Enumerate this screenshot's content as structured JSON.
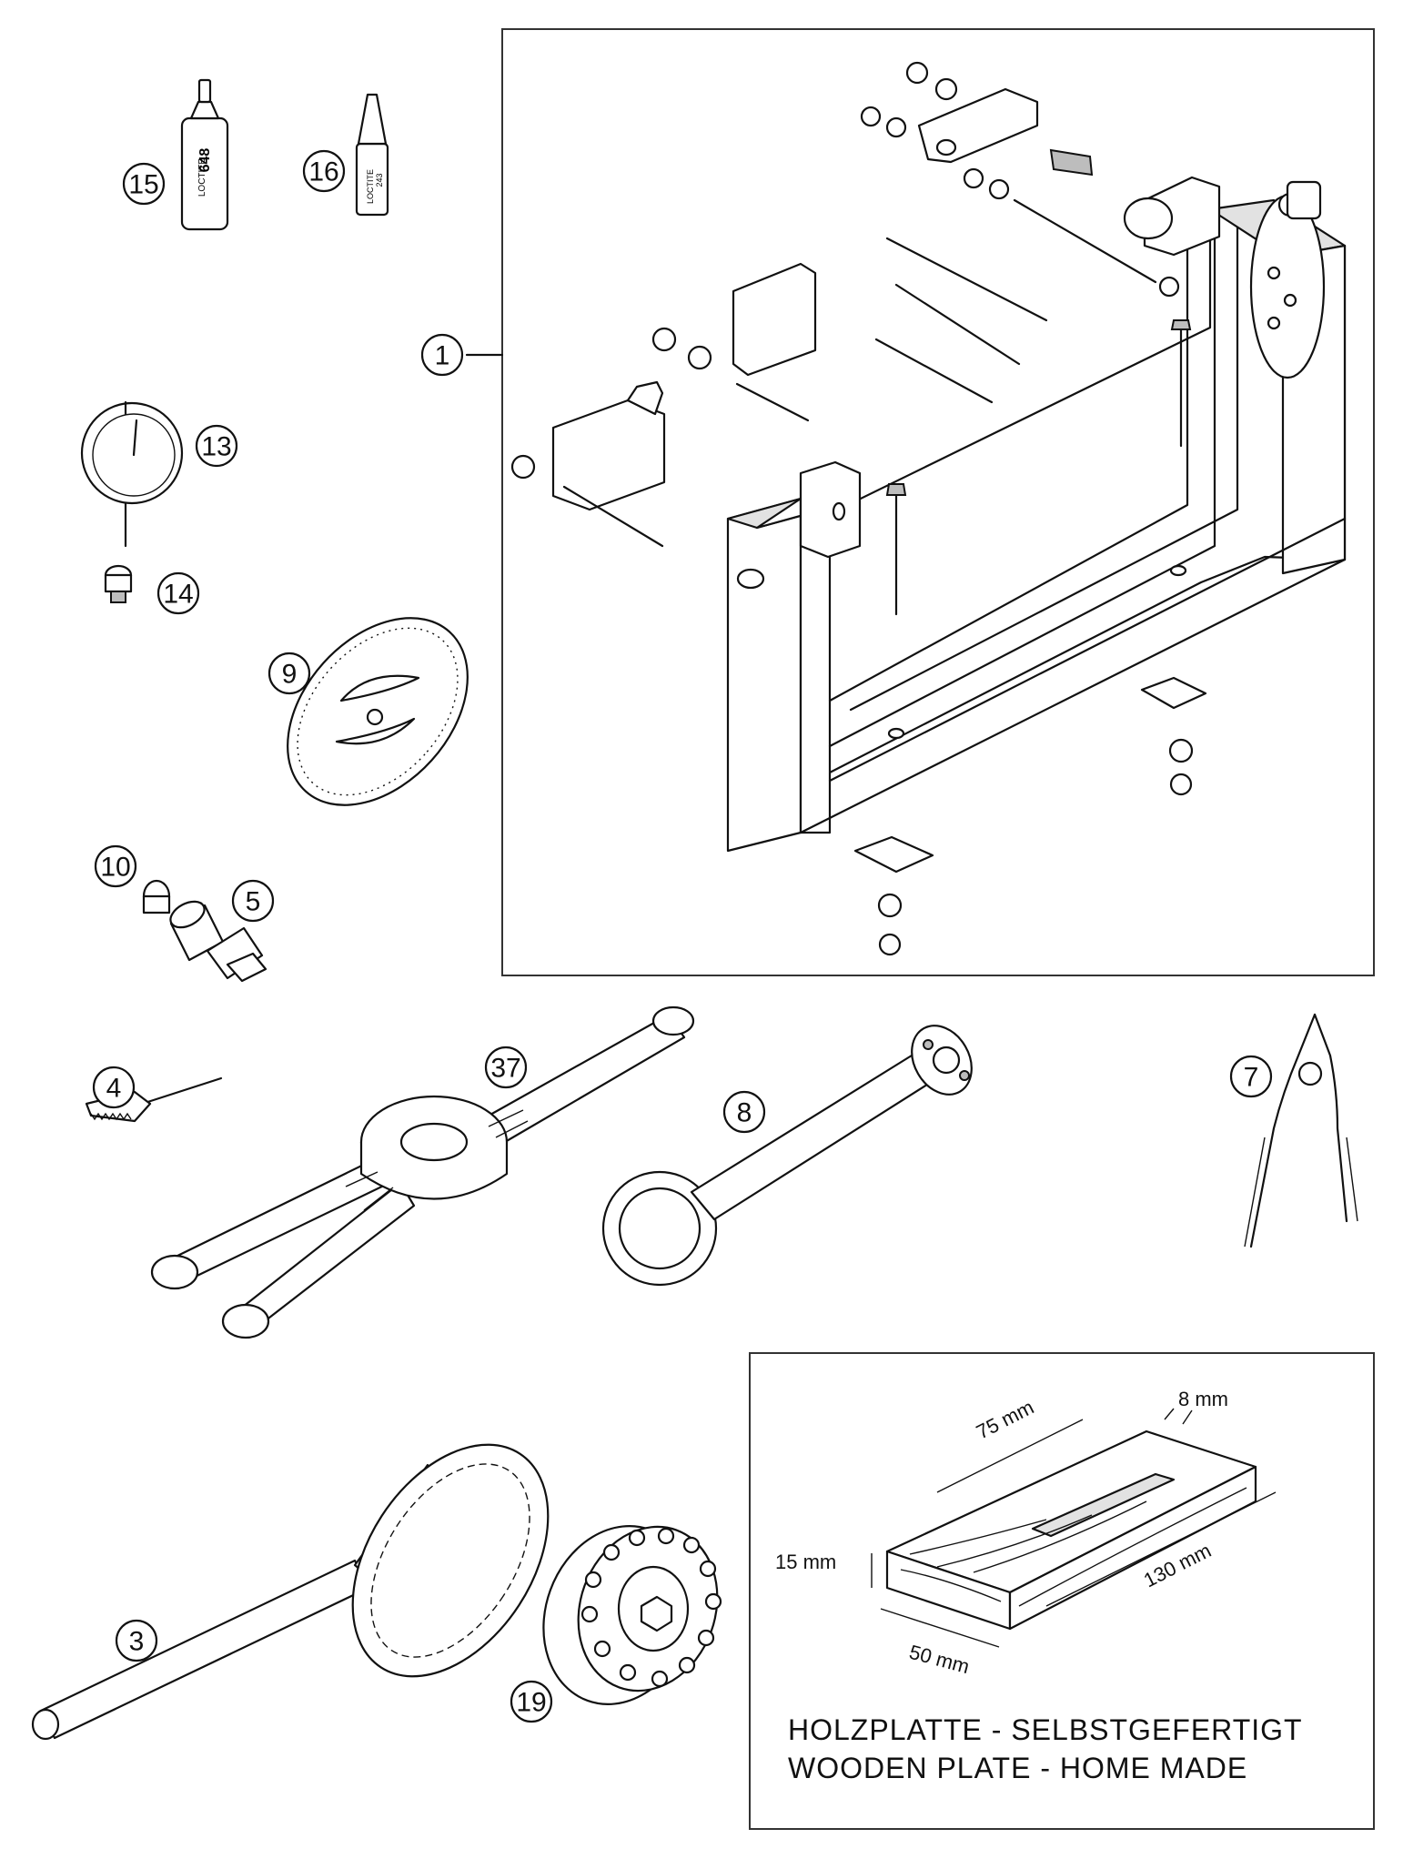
{
  "callouts": {
    "c1": "1",
    "c3": "3",
    "c4": "4",
    "c5": "5",
    "c7": "7",
    "c8": "8",
    "c9": "9",
    "c10": "10",
    "c13": "13",
    "c14": "14",
    "c15": "15",
    "c16": "16",
    "c19": "19",
    "c37": "37"
  },
  "product_labels": {
    "loctite_648_brand": "LOCTITE",
    "loctite_648_number": "648",
    "loctite_243_brand": "LOCTITE",
    "loctite_243_number": "243"
  },
  "wooden_plate": {
    "dimensions": {
      "slot_width": "8 mm",
      "slot_length": "75 mm",
      "thickness": "15 mm",
      "length": "130 mm",
      "width": "50 mm"
    },
    "caption_line1": "HOLZPLATTE - SELBSTGEFERTIGT",
    "caption_line2": "WOODEN PLATE - HOME MADE"
  }
}
